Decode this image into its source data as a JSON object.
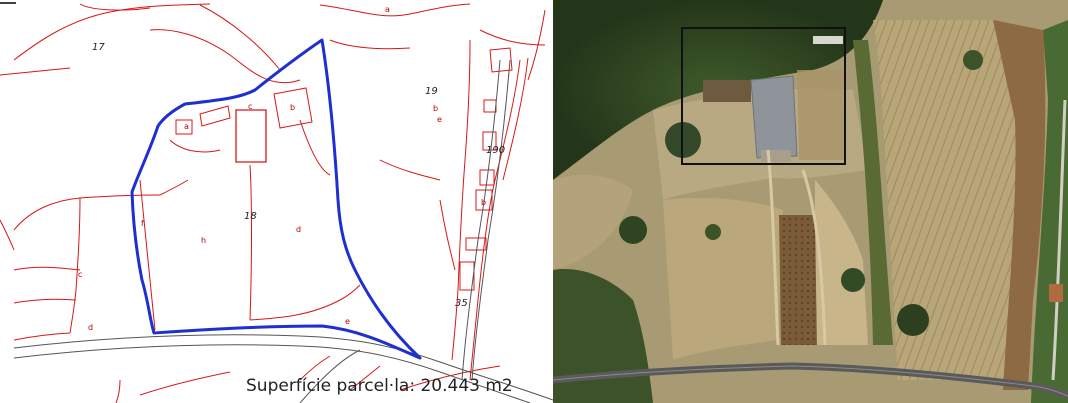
{
  "cadastral_map": {
    "parcel_numbers": [
      "17",
      "19",
      "190",
      "18",
      "35"
    ],
    "subparcel_letters": [
      "a",
      "a",
      "c",
      "b",
      "b",
      "e",
      "b",
      "h",
      "d",
      "f",
      "c",
      "d",
      "e"
    ],
    "area_caption": "Superfície parcel·la: 20.443 m2",
    "parcel_outline_color": "#1f2fd0",
    "boundary_color": "#d81818"
  },
  "aerial_photo": {
    "highlight_box_color": "#111111"
  }
}
